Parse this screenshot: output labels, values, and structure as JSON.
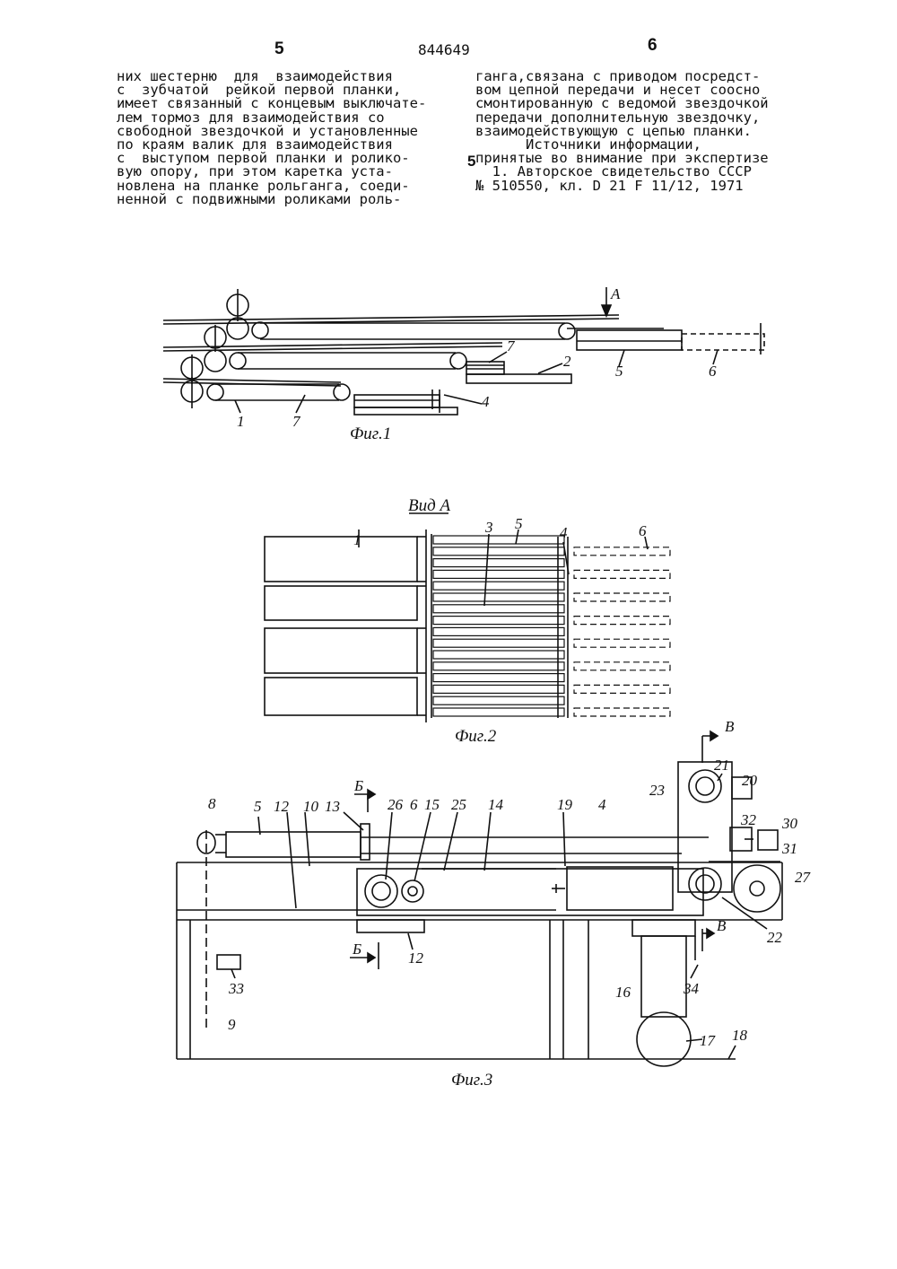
{
  "header": {
    "left_page": "5",
    "patent_no": "844649",
    "right_page": "6",
    "line_marker": "5"
  },
  "left_column": [
    "них шестерню  для  взаимодействия",
    "с  зубчатой  рейкой первой планки,",
    "имеет связанный с концевым выключате-",
    "лем тормоз для взаимодействия со",
    "свободной звездочкой и установленные",
    "по краям валик для взаимодействия",
    "с  выступом первой планки и ролико-",
    "вую опору, при этом каретка уста-",
    "новлена на планке рольганга, соеди-",
    "ненной с подвижными роликами роль-"
  ],
  "right_column": [
    "ганга,связана с приводом посредст-",
    "вом цепной передачи и несет соосно",
    "смонтированную с ведомой звездочкой",
    "передачи дополнительную звездочку,",
    "взаимодействующую с цепью планки.",
    "      Источники информации,",
    "принятые во внимание при экспертизе",
    "",
    "  1. Авторское свидетельство СССР",
    "№ 510550, кл. D 21 F 11/12, 1971"
  ],
  "figures": {
    "fig1": {
      "caption": "Фиг.1",
      "view_arrow_label": "А",
      "labels": [
        "1",
        "7",
        "7",
        "4",
        "2",
        "5",
        "6"
      ]
    },
    "fig2": {
      "caption": "Фиг.2",
      "view_title": "Вид А",
      "labels": [
        "1",
        "3",
        "5",
        "4",
        "6"
      ]
    },
    "fig3": {
      "caption": "Фиг.3",
      "section_labels": [
        "В",
        "В",
        "Б",
        "Б"
      ],
      "labels": [
        "8",
        "5",
        "12",
        "10",
        "13",
        "26",
        "6",
        "15",
        "25",
        "14",
        "19",
        "4",
        "23",
        "21",
        "20",
        "32",
        "30",
        "31",
        "27",
        "22",
        "12",
        "33",
        "9",
        "16",
        "34",
        "17",
        "18"
      ]
    }
  }
}
